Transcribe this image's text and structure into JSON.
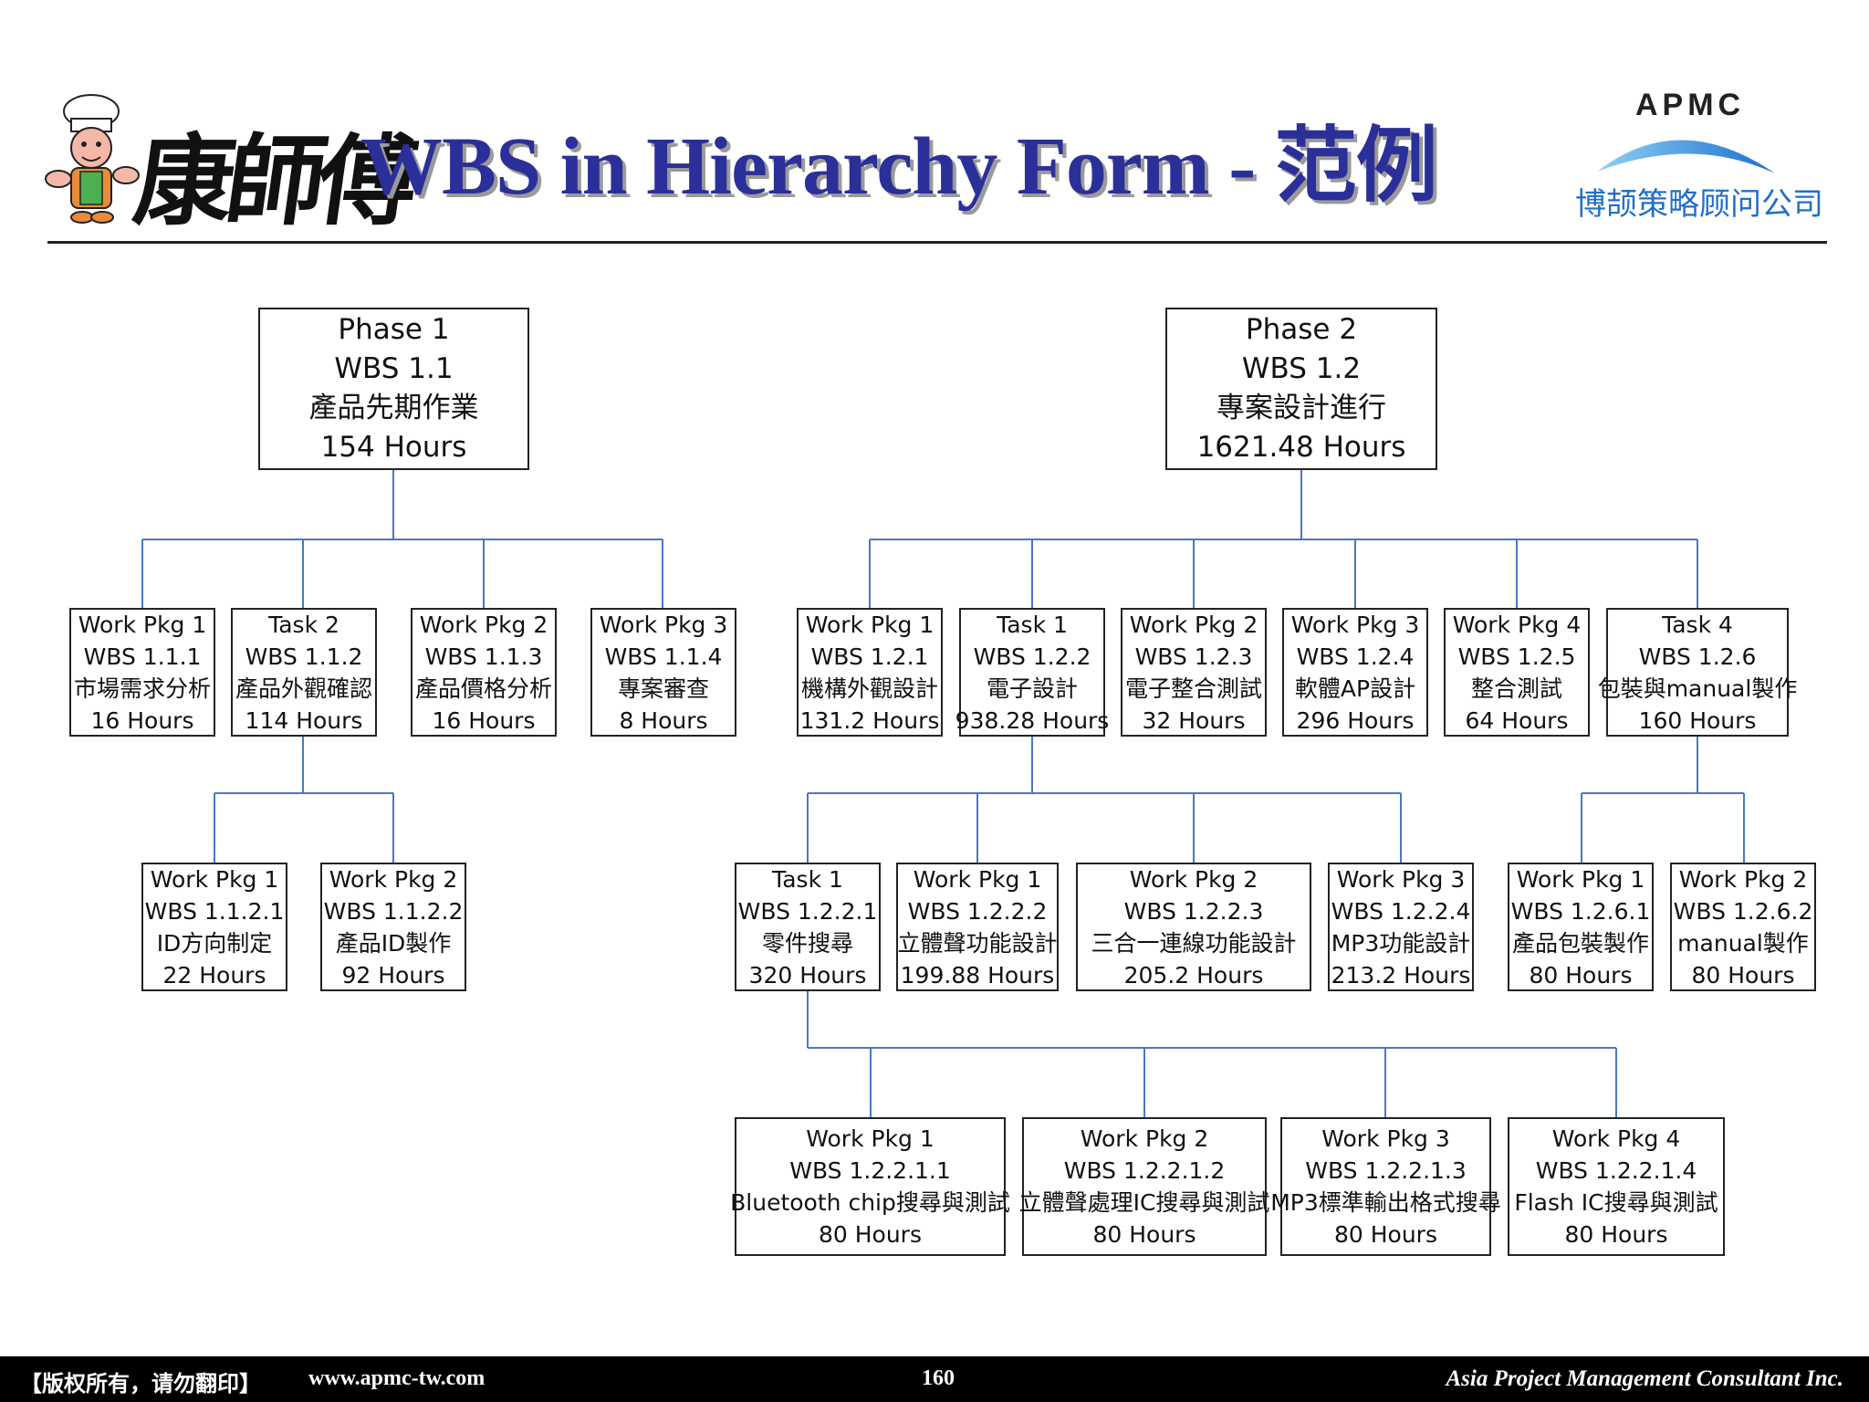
{
  "header": {
    "title": "WBS in Hierarchy Form -  范例",
    "brand_text": "康師傅",
    "logo_name": "APMC",
    "logo_subtitle": "博颉策略顾问公司",
    "colors": {
      "title": "#2b2f99",
      "connector": "#4a78c2",
      "footer_bg": "#000000"
    }
  },
  "nodes": {
    "p1": [
      "Phase 1",
      "WBS 1.1",
      "產品先期作業",
      "154 Hours"
    ],
    "p2": [
      "Phase 2",
      "WBS 1.2",
      "專案設計進行",
      "1621.48 Hours"
    ],
    "n111": [
      "Work Pkg 1",
      "WBS 1.1.1",
      "市場需求分析",
      "16 Hours"
    ],
    "n112": [
      "Task 2",
      "WBS 1.1.2",
      "產品外觀確認",
      "114 Hours"
    ],
    "n113": [
      "Work Pkg 2",
      "WBS 1.1.3",
      "產品價格分析",
      "16 Hours"
    ],
    "n114": [
      "Work Pkg 3",
      "WBS 1.1.4",
      "專案審查",
      "8 Hours"
    ],
    "n121": [
      "Work Pkg 1",
      "WBS 1.2.1",
      "機構外觀設計",
      "131.2 Hours"
    ],
    "n122": [
      "Task 1",
      "WBS 1.2.2",
      "電子設計",
      "938.28 Hours"
    ],
    "n123": [
      "Work Pkg 2",
      "WBS 1.2.3",
      "電子整合測試",
      "32 Hours"
    ],
    "n124": [
      "Work Pkg 3",
      "WBS 1.2.4",
      "軟體AP設計",
      "296 Hours"
    ],
    "n125": [
      "Work Pkg 4",
      "WBS 1.2.5",
      "整合測試",
      "64 Hours"
    ],
    "n126": [
      "Task 4",
      "WBS 1.2.6",
      "包裝與manual製作",
      "160 Hours"
    ],
    "n1121": [
      "Work Pkg 1",
      "WBS 1.1.2.1",
      "ID方向制定",
      "22 Hours"
    ],
    "n1122": [
      "Work Pkg 2",
      "WBS 1.1.2.2",
      "產品ID製作",
      "92 Hours"
    ],
    "n1221": [
      "Task 1",
      "WBS 1.2.2.1",
      "零件搜尋",
      "320 Hours"
    ],
    "n1222": [
      "Work Pkg 1",
      "WBS 1.2.2.2",
      "立體聲功能設計",
      "199.88 Hours"
    ],
    "n1223": [
      "Work Pkg 2",
      "WBS 1.2.2.3",
      "三合一連線功能設計",
      "205.2 Hours"
    ],
    "n1224": [
      "Work Pkg 3",
      "WBS 1.2.2.4",
      "MP3功能設計",
      "213.2 Hours"
    ],
    "n1261": [
      "Work Pkg 1",
      "WBS 1.2.6.1",
      "產品包裝製作",
      "80 Hours"
    ],
    "n1262": [
      "Work Pkg 2",
      "WBS 1.2.6.2",
      "manual製作",
      "80 Hours"
    ],
    "n12211": [
      "Work Pkg 1",
      "WBS 1.2.2.1.1",
      "Bluetooth chip搜尋與測試",
      "80 Hours"
    ],
    "n12212": [
      "Work Pkg 2",
      "WBS 1.2.2.1.2",
      "立體聲處理IC搜尋與測試",
      "80 Hours"
    ],
    "n12213": [
      "Work Pkg 3",
      "WBS 1.2.2.1.3",
      "MP3標準輸出格式搜尋",
      "80 Hours"
    ],
    "n12214": [
      "Work Pkg 4",
      "WBS 1.2.2.1.4",
      "Flash IC搜尋與測試",
      "80 Hours"
    ]
  },
  "footer": {
    "copyright": "【版权所有，请勿翻印】",
    "url": "www.apmc-tw.com",
    "page": "160",
    "company": "Asia Project Management Consultant Inc."
  }
}
